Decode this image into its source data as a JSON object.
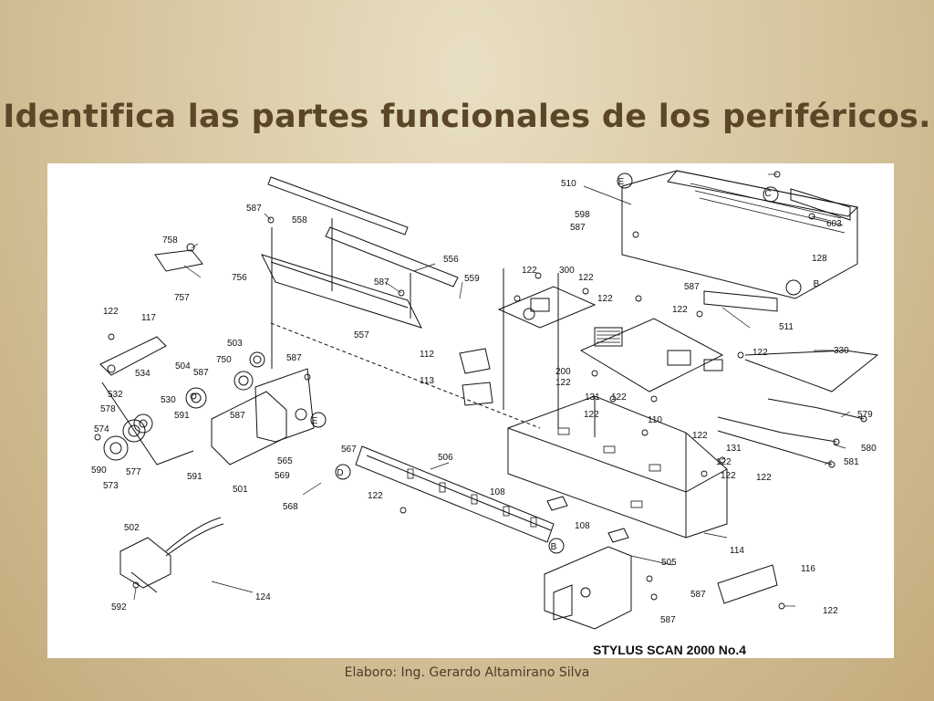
{
  "slide": {
    "title": "Identifica las partes funcionales de los periféricos.",
    "footer": "Elaboro: Ing. Gerardo Altamirano Silva"
  },
  "diagram": {
    "caption": "STYLUS SCAN 2000  No.4",
    "labels": [
      "587",
      "558",
      "758",
      "756",
      "757",
      "556",
      "587",
      "559",
      "557",
      "122",
      "117",
      "503",
      "750",
      "587",
      "504",
      "587",
      "534",
      "530",
      "591",
      "587",
      "532",
      "578",
      "574",
      "590",
      "577",
      "573",
      "591",
      "501",
      "565",
      "567",
      "569",
      "568",
      "506",
      "122",
      "502",
      "124",
      "592",
      "510",
      "598",
      "587",
      "122",
      "603",
      "128",
      "300",
      "122",
      "122",
      "122",
      "587",
      "511",
      "122",
      "200",
      "122",
      "112",
      "113",
      "131",
      "122",
      "110",
      "122",
      "122",
      "122",
      "131",
      "122",
      "122",
      "108",
      "108",
      "114",
      "330",
      "579",
      "580",
      "581",
      "505",
      "587",
      "587",
      "116",
      "122",
      "B",
      "C",
      "E",
      "E",
      "D",
      "B"
    ]
  },
  "colors": {
    "title": "#5b4628",
    "background": "#d9c9a3",
    "diagram_ink": "#111111"
  }
}
